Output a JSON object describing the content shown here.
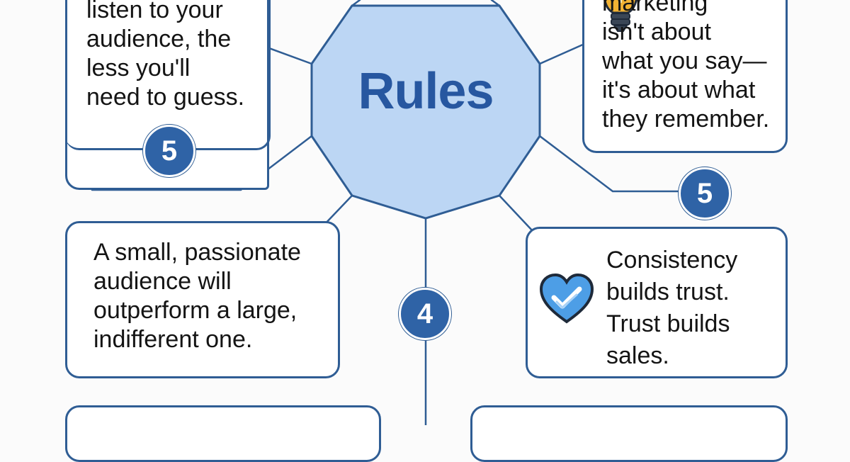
{
  "hub": {
    "title": "Rules"
  },
  "cards": {
    "top_left": {
      "text": "listen to your\naudience, the\nless you'll\nneed to guess."
    },
    "top_right": {
      "text": "marketing\nisn't about\nwhat you say—\nit's about what\nthey remember."
    },
    "mid_left": {
      "text": "A small, passionate\naudience will\noutperform a large,\nindifferent one."
    },
    "mid_right": {
      "text": "Consistency\nbuilds trust.\nTrust builds\nsales."
    }
  },
  "badges": {
    "top_left": "5",
    "top_right": "5",
    "center": "4"
  },
  "icons": {
    "top_right": "lightbulb-icon",
    "mid_right": "heart-check-icon"
  },
  "colors": {
    "hub_fill": "#bcd6f4",
    "stroke": "#2f5d94",
    "badge": "#2f63a6",
    "title": "#2757a0"
  }
}
